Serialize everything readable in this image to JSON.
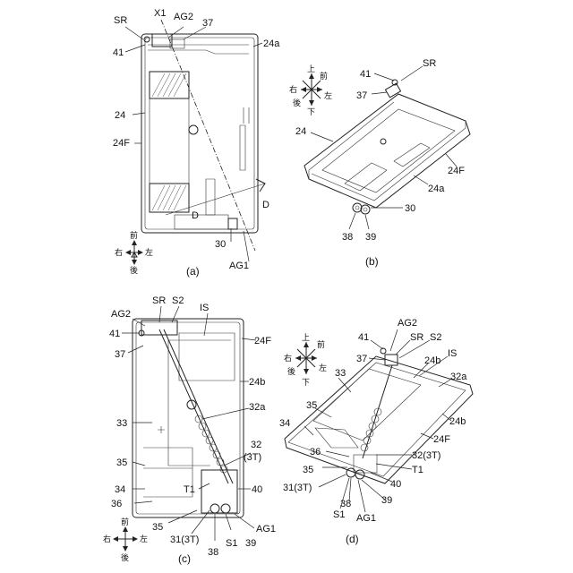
{
  "panels": {
    "a": {
      "caption": "(a)",
      "labels": {
        "SR": "SR",
        "X1": "X1",
        "AG2": "AG2",
        "n37": "37",
        "n41": "41",
        "n24a": "24a",
        "n24": "24",
        "n24F": "24F",
        "D1": "D",
        "D2": "D",
        "n30": "30",
        "AG1": "AG1"
      },
      "compass": {
        "front": "前",
        "right": "右",
        "left": "左",
        "back": "後"
      }
    },
    "b": {
      "caption": "(b)",
      "labels": {
        "n41": "41",
        "SR": "SR",
        "n37": "37",
        "n24": "24",
        "n24F": "24F",
        "n24a": "24a",
        "n30": "30",
        "n38": "38",
        "n39": "39"
      },
      "compass": {
        "up": "上",
        "front": "前",
        "right": "右",
        "left": "左",
        "back": "後",
        "down": "下"
      }
    },
    "c": {
      "caption": "(c)",
      "labels": {
        "AG2": "AG2",
        "SR": "SR",
        "S2": "S2",
        "IS": "IS",
        "n41": "41",
        "n24F": "24F",
        "n37": "37",
        "n24b": "24b",
        "n32a": "32a",
        "n33": "33",
        "n32": "32",
        "n3T": "(3T)",
        "n35a": "35",
        "T1": "T1",
        "n40": "40",
        "n34": "34",
        "n36": "36",
        "n35b": "35",
        "n31": "31(3T)",
        "n38": "38",
        "S1": "S1",
        "n39": "39",
        "AG1": "AG1"
      },
      "compass": {
        "front": "前",
        "right": "右",
        "left": "左",
        "back": "後"
      }
    },
    "d": {
      "caption": "(d)",
      "labels": {
        "AG2": "AG2",
        "n41": "41",
        "SR": "SR",
        "S2": "S2",
        "IS": "IS",
        "n37": "37",
        "n24b": "24b",
        "n32a": "32a",
        "n33": "33",
        "n35a": "35",
        "n24b2": "24b",
        "n34": "34",
        "n24F": "24F",
        "n36": "36",
        "n32": "32(3T)",
        "n35b": "35",
        "T1": "T1",
        "n31": "31(3T)",
        "n40": "40",
        "n38": "38",
        "n39": "39",
        "S1": "S1",
        "AG1": "AG1"
      },
      "compass": {
        "up": "上",
        "front": "前",
        "right": "右",
        "left": "左",
        "back": "後",
        "down": "下"
      }
    }
  }
}
